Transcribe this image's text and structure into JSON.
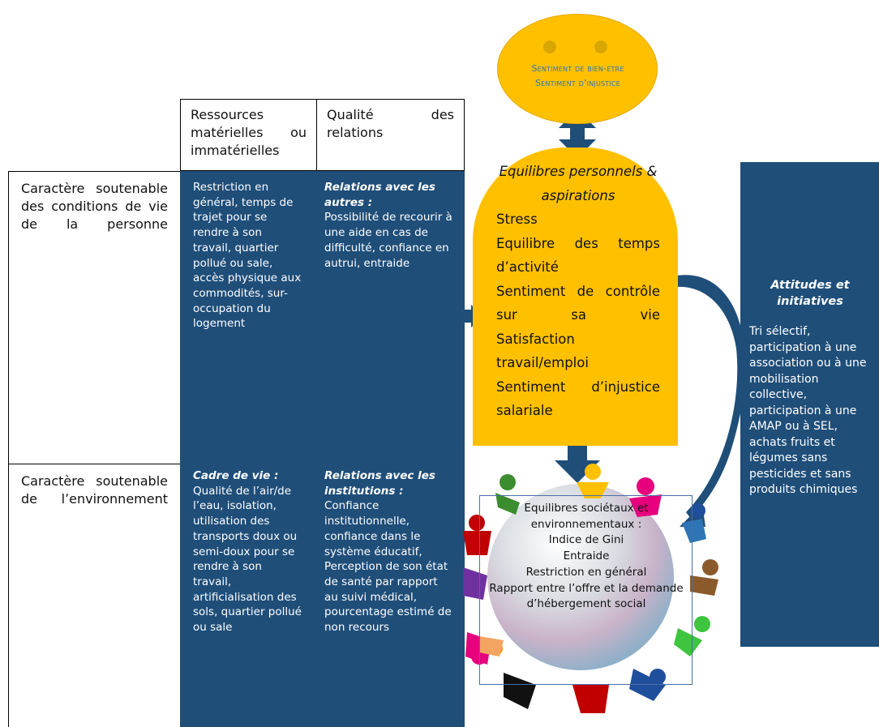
{
  "columns": {
    "resources": "Ressources matérielles ou immatérielles",
    "relations": "Qualité des relations"
  },
  "rows": {
    "living": "Caractère soutenable des conditions de vie de la personne",
    "environment": "Caractère soutenable de l’environnement"
  },
  "cells": {
    "living_resources": "Restriction en général,  temps de trajet pour se rendre à son travail, quartier pollué ou sale, accès physique aux commodités, sur-occupation du logement",
    "living_relations_title": "Relations avec les autres :",
    "living_relations": "Possibilité de recourir à une aide en cas de difficulté, confiance en autrui, entraide",
    "env_resources_title": "Cadre de vie :",
    "env_resources": "Qualité de l’air/de l’eau, isolation, utilisation des transports doux ou semi-doux pour se rendre à son travail, artificialisation des sols, quartier pollué ou sale",
    "env_relations_title": "Relations avec les institutions :",
    "env_relations": "Confiance institutionnelle, confiance dans le système éducatif, Perception de son état de santé par rapport au suivi médical, pourcentage estimé de non recours"
  },
  "head": {
    "line1": "Sentiment de bien-etre",
    "line2": "Sentiment d’injustice"
  },
  "personal": {
    "title": "Equilibres personnels & aspirations",
    "items": [
      "Stress",
      "Equilibre des temps d’activité",
      "Sentiment de contrôle sur sa vie",
      "Satisfaction travail/emploi",
      "Sentiment d’injustice salariale"
    ]
  },
  "attitudes": {
    "title": "Attitudes et initiatives",
    "text": "Tri sélectif, participation à une association ou à une mobilisation collective, participation à une AMAP ou à SEL, achats fruits  et légumes sans pesticides et sans produits chimiques"
  },
  "societal": {
    "title": "Equilibres sociétaux  et environnementaux :",
    "items": [
      "Indice de Gini",
      "Entraide",
      "Restriction en général",
      "Rapport entre l’offre et la demande d’hébergement social"
    ]
  },
  "colors": {
    "navy": "#1f4e79",
    "yellow": "#ffc000",
    "accent_blue": "#2e75b6"
  }
}
